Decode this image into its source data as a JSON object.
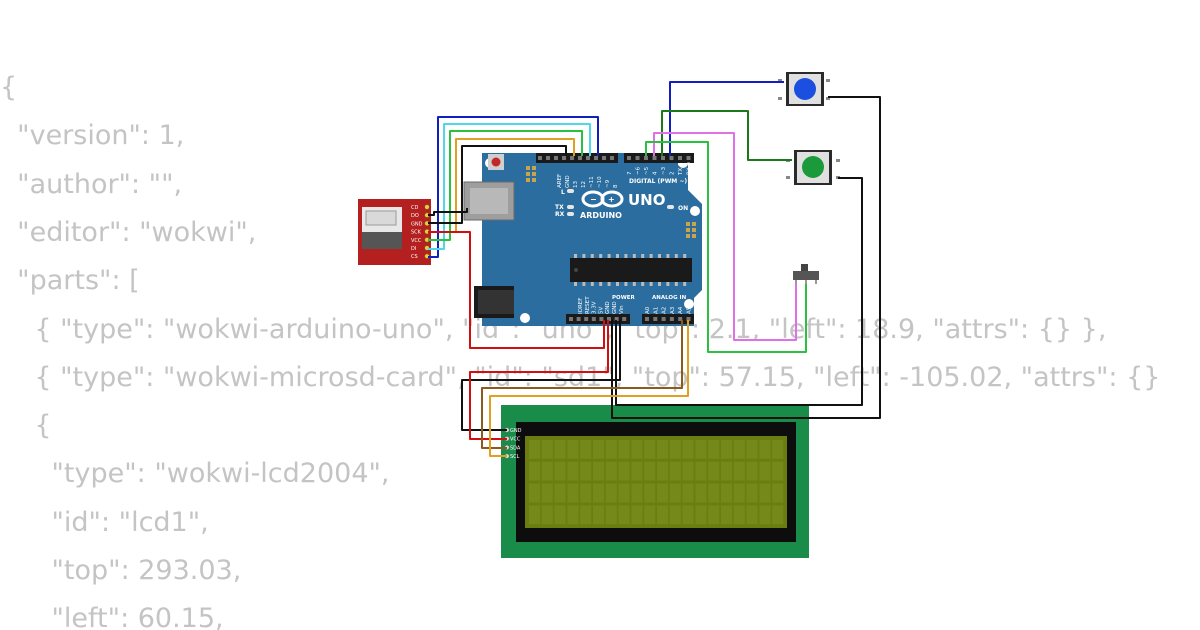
{
  "background_code": [
    "{",
    "  \"version\": 1,",
    "  \"author\": \"\",",
    "  \"editor\": \"wokwi\",",
    "  \"parts\": [",
    "    { \"type\": \"wokwi-arduino-uno\", \"id\": \"uno\", \"top\": 2.1, \"left\": 18.9, \"attrs\": {} },",
    "    { \"type\": \"wokwi-microsd-card\", \"id\": \"sd1\", \"top\": 57.15, \"left\": -105.02, \"attrs\": {} },",
    "    {",
    "      \"type\": \"wokwi-lcd2004\",",
    "      \"id\": \"lcd1\",",
    "      \"top\": 293.03,",
    "      \"left\": 60.15,"
  ],
  "arduino": {
    "logo_text": "ARDUINO",
    "model": "UNO",
    "header_top_left": [
      "AREF",
      "GND",
      "13",
      "12",
      "~11",
      "~10",
      "~9",
      "8"
    ],
    "header_top_right": [
      "7",
      "~6",
      "~5",
      "4",
      "~3",
      "2",
      "TX 1",
      "RX 0"
    ],
    "digital_label": "DIGITAL (PWM ~)",
    "led_labels": [
      "L",
      "TX",
      "RX"
    ],
    "on_label": "ON",
    "power_label": "POWER",
    "analog_label": "ANALOG IN",
    "power_pins": [
      "IOREF",
      "RESET",
      "3.3V",
      "5V",
      "GND",
      "GND",
      "Vin"
    ],
    "analog_pins": [
      "A0",
      "A1",
      "A2",
      "A3",
      "A4",
      "A5"
    ]
  },
  "sd_card": {
    "pins": [
      "CD",
      "DO",
      "GND",
      "SCK",
      "VCC",
      "DI",
      "CS"
    ]
  },
  "lcd": {
    "pins": [
      "GND",
      "VCC",
      "SDA",
      "SCL"
    ]
  },
  "colors": {
    "arduino_board": "#2a6d9e",
    "sd_board": "#b41f1f",
    "lcd_pcb": "#1a8c4a",
    "lcd_screen": "#6b7d10",
    "btn_blue": "#1b4fe0",
    "btn_green": "#1a9a3a",
    "wire_blue": "#1020c0",
    "wire_cyan": "#4fd8e8",
    "wire_green": "#2cc040",
    "wire_orange": "#e0a020",
    "wire_black": "#111111",
    "wire_red": "#d01010",
    "wire_pink": "#e070e8",
    "wire_brown": "#8a5a20",
    "wire_darkgreen": "#1a7a1a"
  }
}
